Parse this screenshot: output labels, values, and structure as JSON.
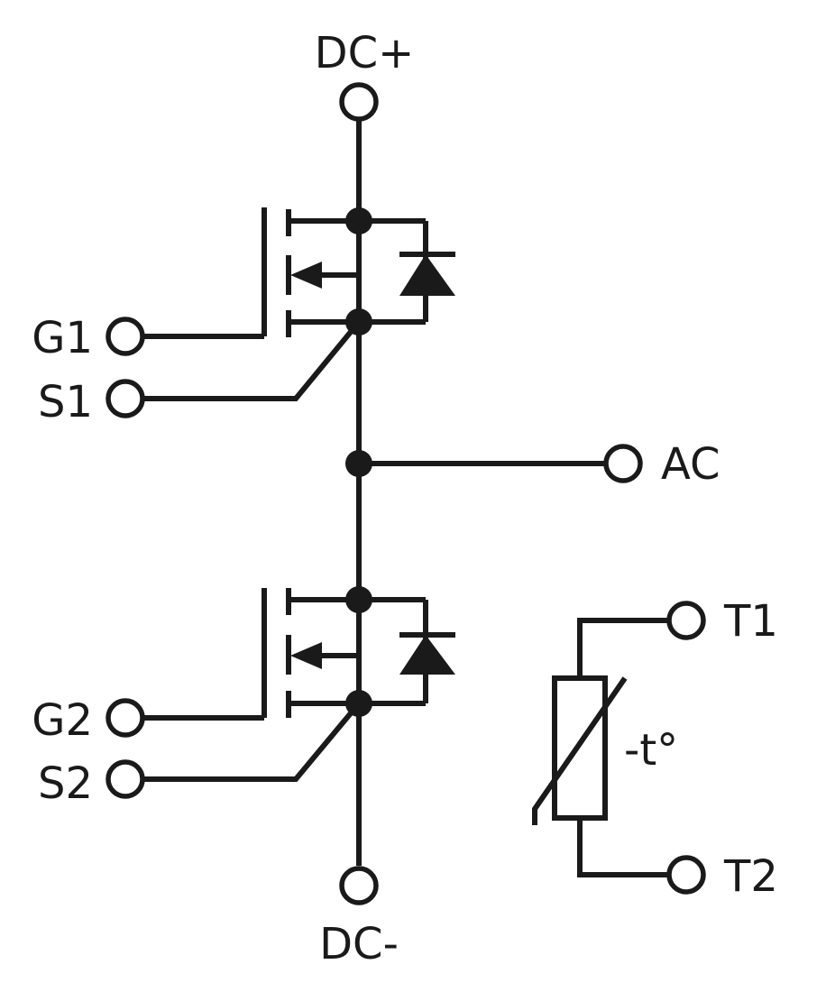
{
  "labels": {
    "dc_plus": "DC+",
    "dc_minus": "DC-",
    "ac": "AC",
    "g1": "G1",
    "s1": "S1",
    "g2": "G2",
    "s2": "S2",
    "t1": "T1",
    "t2": "T2",
    "thermistor": "-t°"
  },
  "colors": {
    "line": "#1a1a1a",
    "background": "#ffffff"
  }
}
